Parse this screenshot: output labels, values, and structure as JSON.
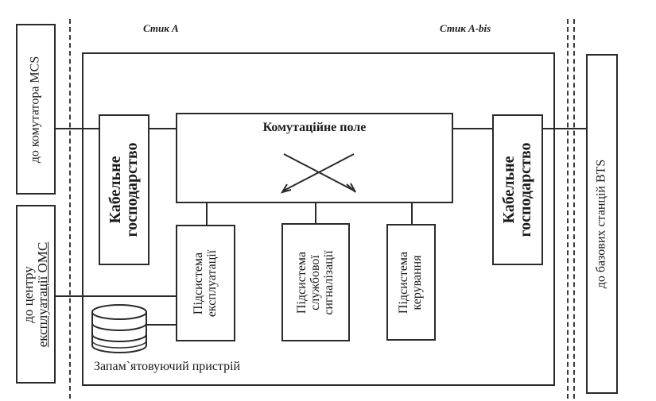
{
  "stack_left_label": "Стик A",
  "stack_right_label": "Стик A-bis",
  "external_left_top": "до комутатора MCS",
  "external_left_bottom": [
    "до центру",
    "експлуатації OMC"
  ],
  "external_right": "до базових станцій BTS",
  "cable_left": [
    "Кабельне",
    "господарство"
  ],
  "cable_right": [
    "Кабельне",
    "господарство"
  ],
  "switch_field": "Комутаційне поле",
  "subsystem_operation": [
    "Підсистема",
    "експлуатації"
  ],
  "subsystem_signaling": [
    "Підсистема",
    "службової",
    "сигналізації"
  ],
  "subsystem_control": [
    "Підсистема",
    "керування"
  ],
  "storage": "Запам`ятовуючий пристрій"
}
